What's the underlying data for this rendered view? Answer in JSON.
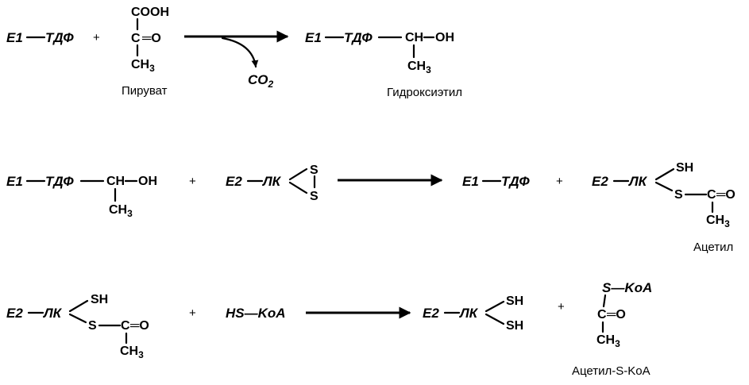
{
  "labels": {
    "pyruvate": "Пируват",
    "hydroxyethyl": "Гидроксиэтил",
    "acetyl": "Ацетил",
    "acetyl_s_koa": "Ацетил-S-KoA"
  },
  "symbols": {
    "e1": "E1",
    "e2": "E2",
    "tdp": "ТДФ",
    "lk": "ЛК",
    "plus": "+",
    "cooh": "COOH",
    "c": "C",
    "eq_o": "═O",
    "ch": "CH",
    "oh": "OH",
    "ch3_base": "CH",
    "ch3_sub": "3",
    "co": "CO",
    "co2_sub": "2",
    "s": "S",
    "sh": "SH",
    "hs_koa": "HS—KoA",
    "s_koa": "S—KoA",
    "dash": "—"
  }
}
